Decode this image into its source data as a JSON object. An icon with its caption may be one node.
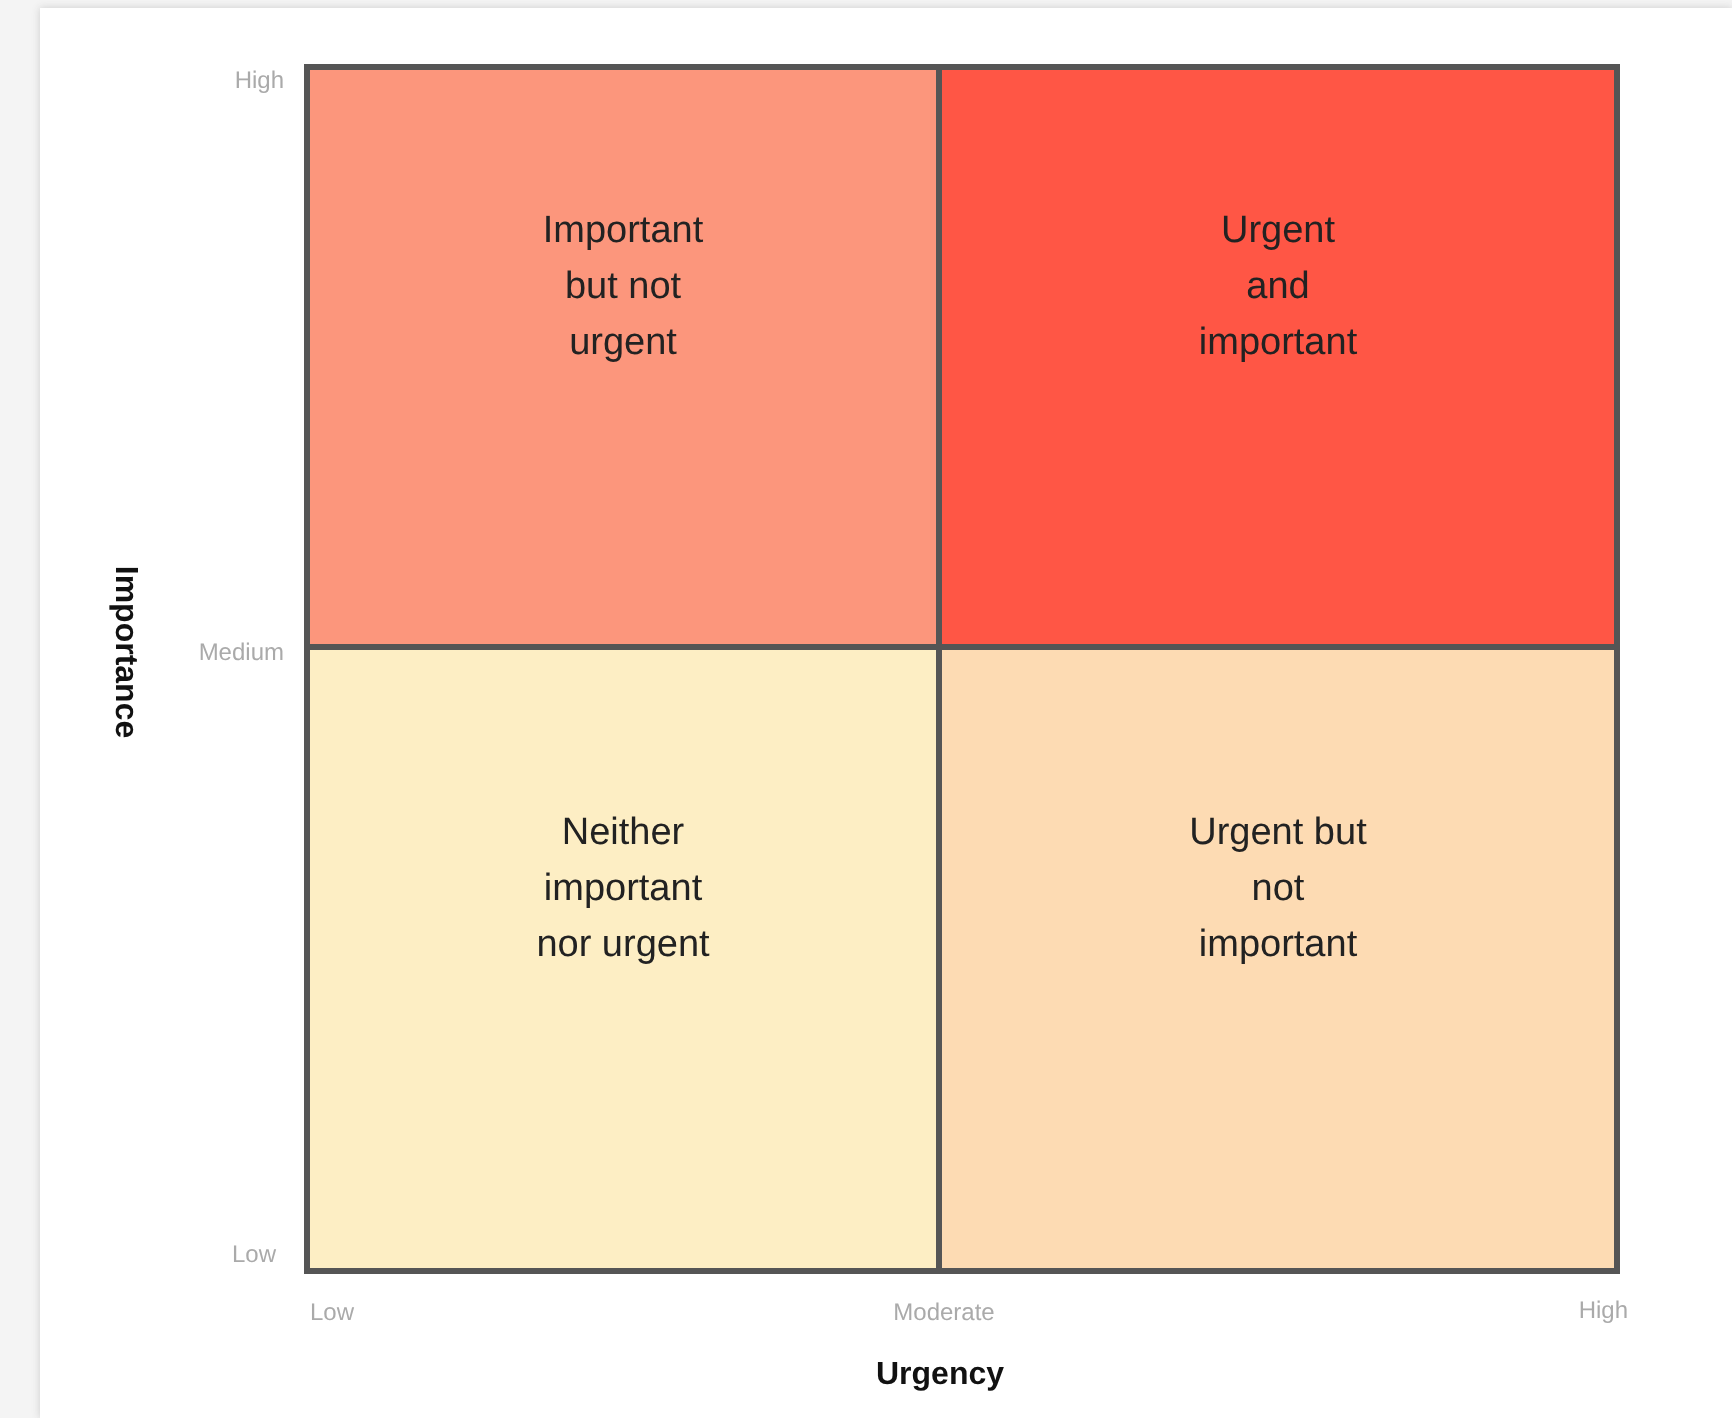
{
  "diagram": {
    "nodes": [
      {
        "text": [
          "Important but not urgent"
        ]
      },
      {
        "text": [
          "Urgent and important"
        ]
      },
      {
        "text": [
          "Neither important nor urgent"
        ]
      },
      {
        "text": [
          "Urgent but not important"
        ]
      }
    ],
    "edges": [],
    "labels": [
      "High",
      "Importance",
      "Medium",
      "Low",
      "Low",
      "Moderate",
      "High",
      "Urgency"
    ]
  }
}
